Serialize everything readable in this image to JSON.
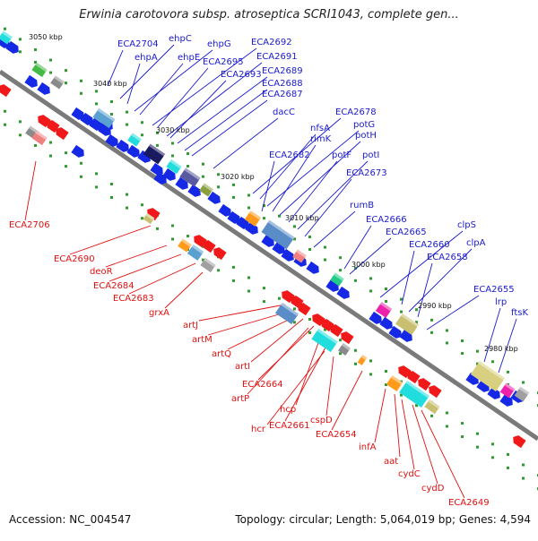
{
  "title": "Erwinia carotovora subsp. atroseptica SCRI1043, complete gen...",
  "footer": {
    "accession": "Accession: NC_004547",
    "topology": "Topology: circular; Length: 5,064,019 bp; Genes: 4,594"
  },
  "colors": {
    "plus_strand_labels": "#1a1acc",
    "minus_strand_labels": "#e01010",
    "backbone": "#7a7a7a",
    "gene_blue": "#1428e6",
    "gene_red": "#f01818"
  },
  "kbp_ticks": [
    "3050 kbp",
    "3040 kbp",
    "3030 kbp",
    "3020 kbp",
    "3010 kbp",
    "3000 kbp",
    "2990 kbp",
    "2980 kbp"
  ],
  "plus_labels": [
    "ECA2704",
    "ehpC",
    "ehpA",
    "ehpG",
    "ehpE",
    "ECA2692",
    "ECA2695",
    "ECA2691",
    "ECA2693",
    "ECA2689",
    "ECA2688",
    "ECA2687",
    "dacC",
    "ECA2678",
    "nfsA",
    "potG",
    "rimK",
    "potH",
    "ECA2682",
    "potF",
    "potI",
    "ECA2673",
    "rumB",
    "ECA2666",
    "ECA2665",
    "clpS",
    "ECA2660",
    "clpA",
    "ECA2658",
    "ECA2655",
    "lrp",
    "ftsK"
  ],
  "minus_labels": [
    "ECA2706",
    "ECA2690",
    "deoR",
    "ECA2684",
    "ECA2683",
    "grxA",
    "artJ",
    "artM",
    "artQ",
    "artI",
    "ECA2664",
    "artP",
    "hcp",
    "ECA2661",
    "hcr",
    "cspD",
    "ECA2654",
    "infA",
    "aat",
    "cydC",
    "cydD",
    "ECA2649"
  ]
}
